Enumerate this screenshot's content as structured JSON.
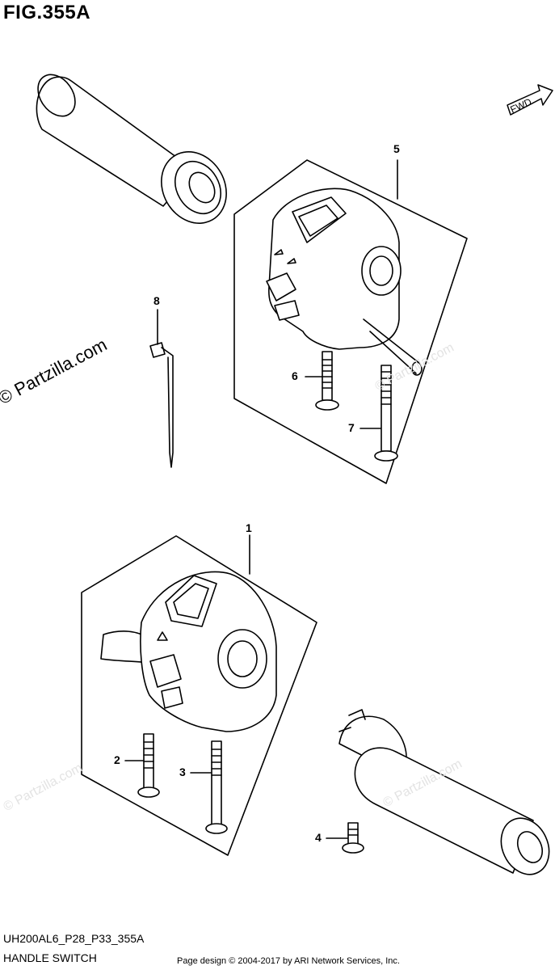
{
  "figure": {
    "title": "FIG.355A",
    "direction_label": "FWD"
  },
  "callouts": [
    {
      "num": "1",
      "id": "c1"
    },
    {
      "num": "2",
      "id": "c2"
    },
    {
      "num": "3",
      "id": "c3"
    },
    {
      "num": "4",
      "id": "c4"
    },
    {
      "num": "5",
      "id": "c5"
    },
    {
      "num": "6",
      "id": "c6"
    },
    {
      "num": "7",
      "id": "c7"
    },
    {
      "num": "8",
      "id": "c8"
    }
  ],
  "watermark": {
    "text": "© Partzilla.com"
  },
  "footer": {
    "model_code": "UH200AL6_P28_P33_355A",
    "section_name": "HANDLE SWITCH",
    "credit": "Page design © 2004-2017 by ARI Network Services, Inc."
  }
}
